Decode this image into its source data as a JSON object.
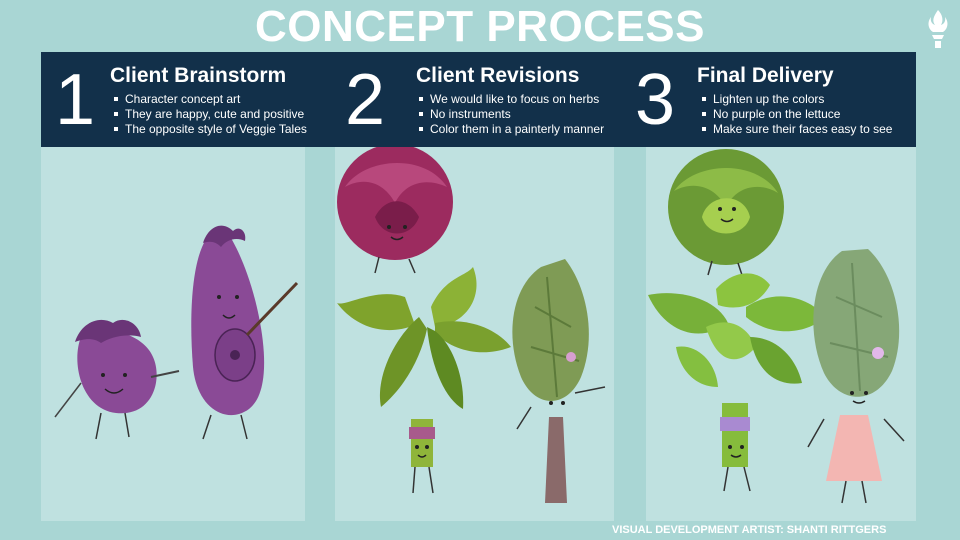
{
  "title": "CONCEPT PROCESS",
  "steps": [
    {
      "number": "1",
      "heading": "Client Brainstorm",
      "bullets": [
        "Character concept art",
        "They are happy, cute and positive",
        "The opposite style of Veggie Tales"
      ]
    },
    {
      "number": "2",
      "heading": "Client Revisions",
      "bullets": [
        "We would like to focus on herbs",
        "No instruments",
        "Color them in a painterly manner"
      ]
    },
    {
      "number": "3",
      "heading": "Final Delivery",
      "bullets": [
        "Lighten up the colors",
        "No purple on the lettuce",
        "Make sure their faces easy to see"
      ]
    }
  ],
  "credit": "VISUAL DEVELOPMENT ARTIST: SHANTI RITTGERS",
  "logo_icon": "torch-flame-icon",
  "colors": {
    "background": "#a9d6d4",
    "banner": "#12304a",
    "panel": "#bfe1e0",
    "text": "#ffffff"
  }
}
